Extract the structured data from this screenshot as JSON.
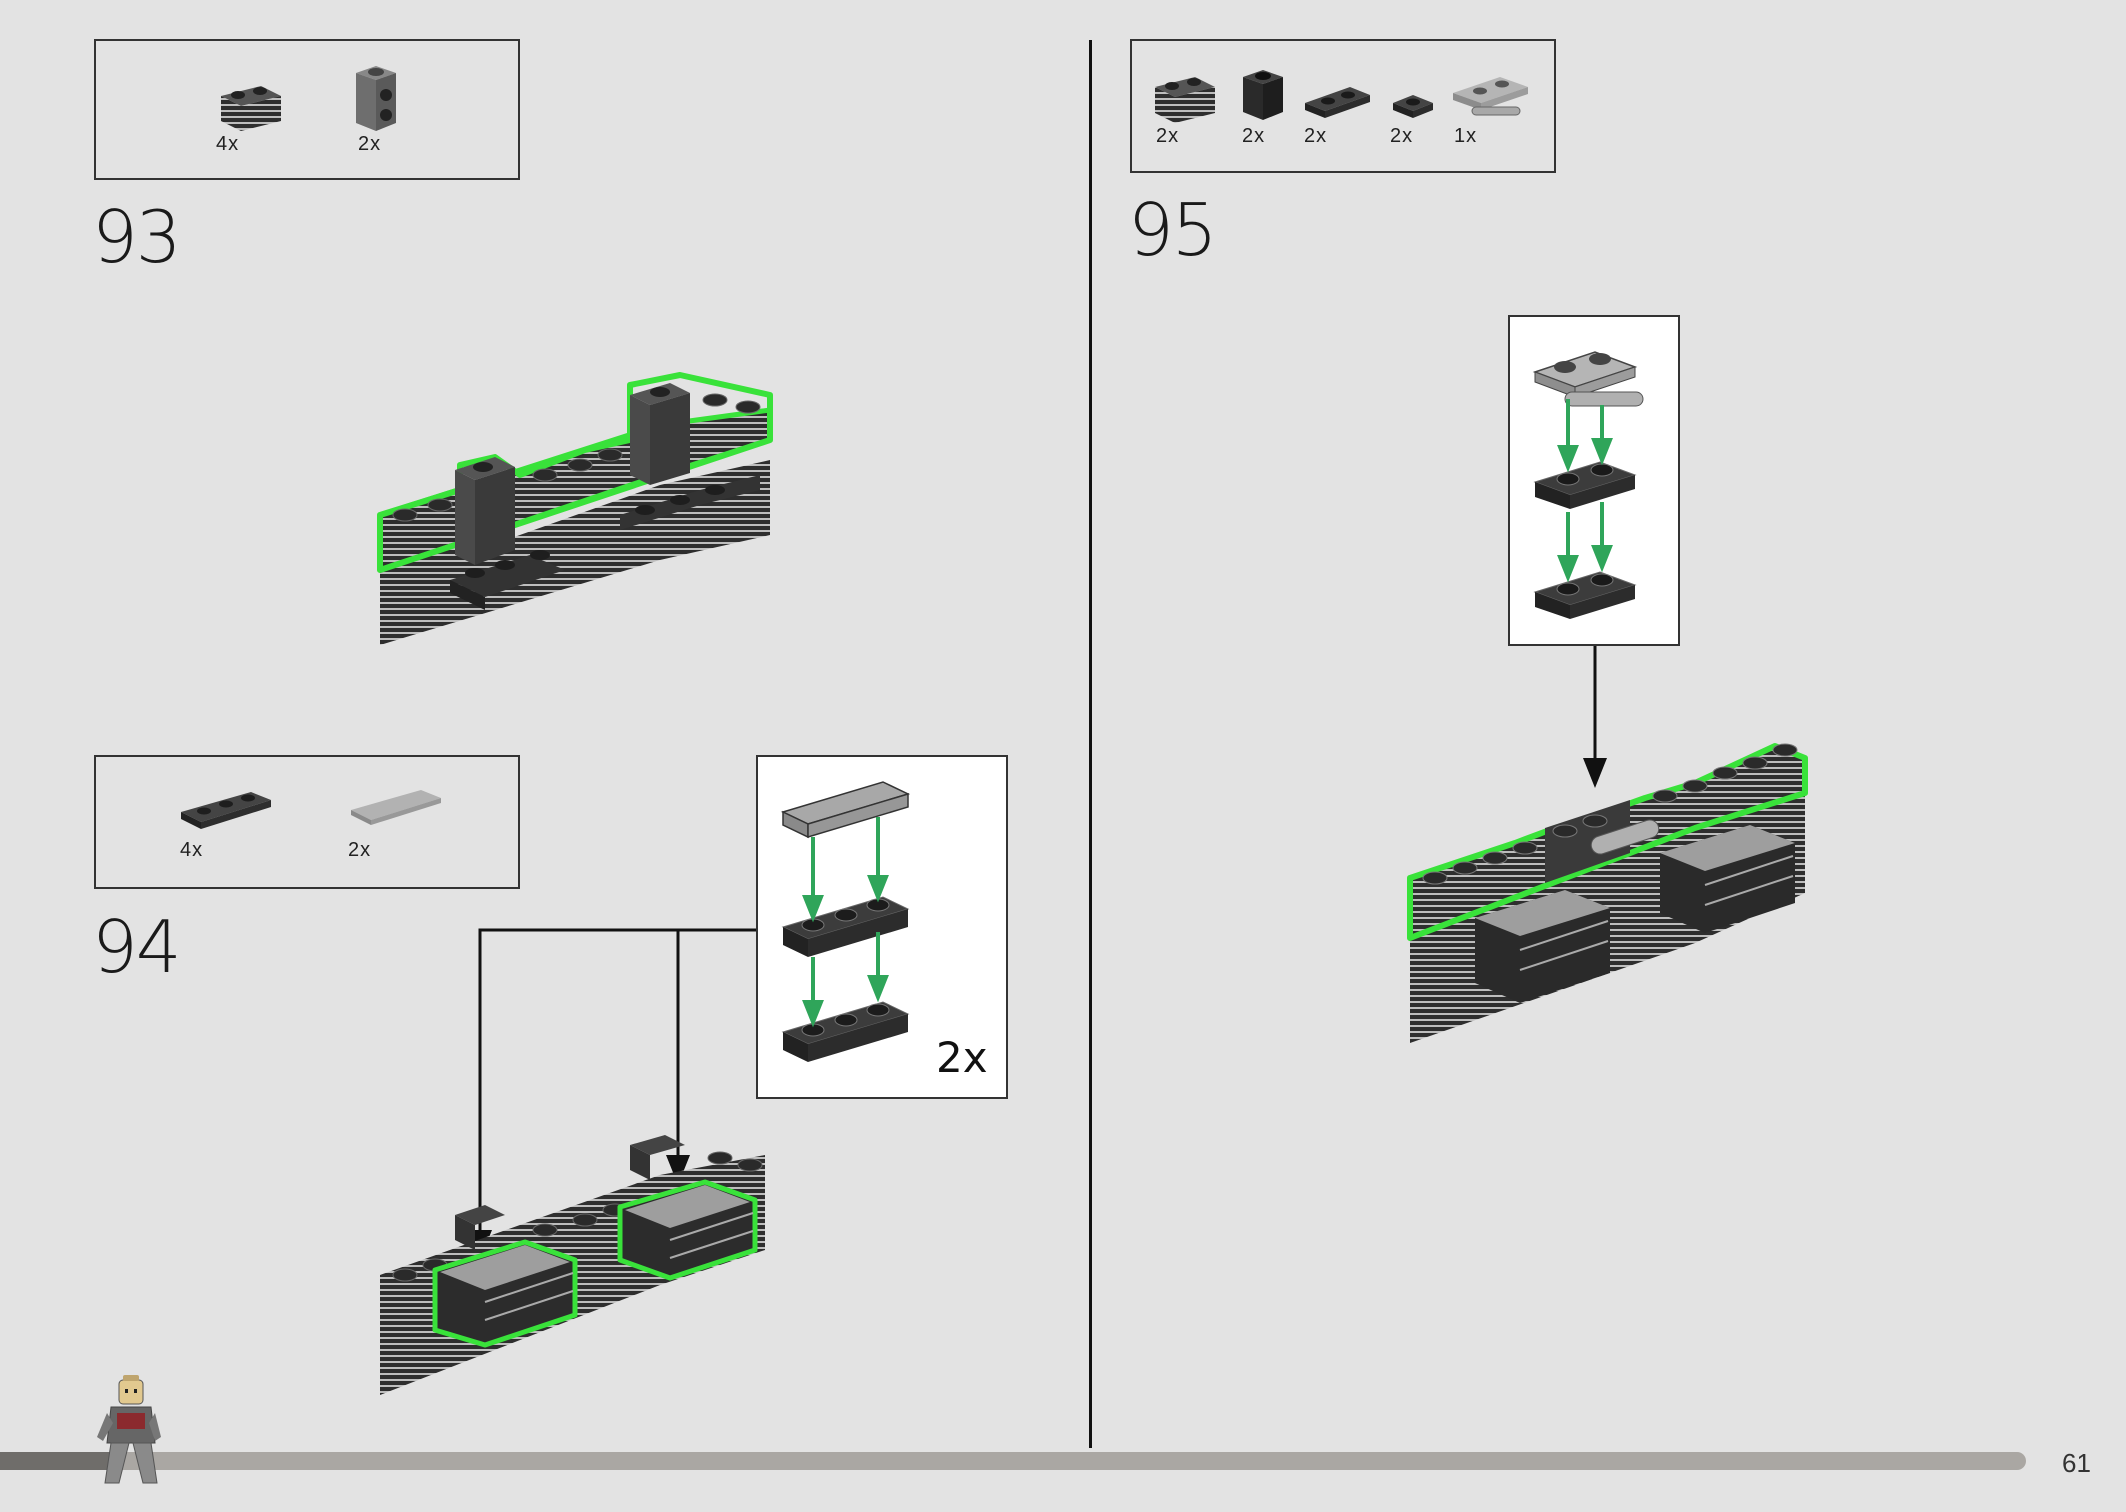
{
  "page": {
    "number": "61",
    "progress_percent": 6
  },
  "steps": [
    {
      "number": "93",
      "parts": [
        {
          "icon": "brick-1x2-grille-dark-icon",
          "qty": "4x"
        },
        {
          "icon": "brick-1x1-side-studs-gray-icon",
          "qty": "2x"
        }
      ]
    },
    {
      "number": "94",
      "parts": [
        {
          "icon": "plate-1x3-dark-icon",
          "qty": "4x"
        },
        {
          "icon": "tile-1x3-light-gray-icon",
          "qty": "2x"
        }
      ],
      "callout": {
        "multiplier": "2x"
      }
    },
    {
      "number": "95",
      "parts": [
        {
          "icon": "brick-1x2-grille-dark-icon",
          "qty": "2x"
        },
        {
          "icon": "brick-1x1-dark-icon",
          "qty": "2x"
        },
        {
          "icon": "plate-1x2-dark-icon",
          "qty": "2x"
        },
        {
          "icon": "plate-1x1-dark-icon",
          "qty": "2x"
        },
        {
          "icon": "plate-1x2-clip-bar-light-gray-icon",
          "qty": "1x"
        }
      ]
    }
  ],
  "colors": {
    "background": "#e3e3e3",
    "highlight": "#39e23a",
    "arrow_green": "#2fa55a",
    "brick_dark": "#3a3a3a",
    "brick_light": "#9b9b9b"
  }
}
